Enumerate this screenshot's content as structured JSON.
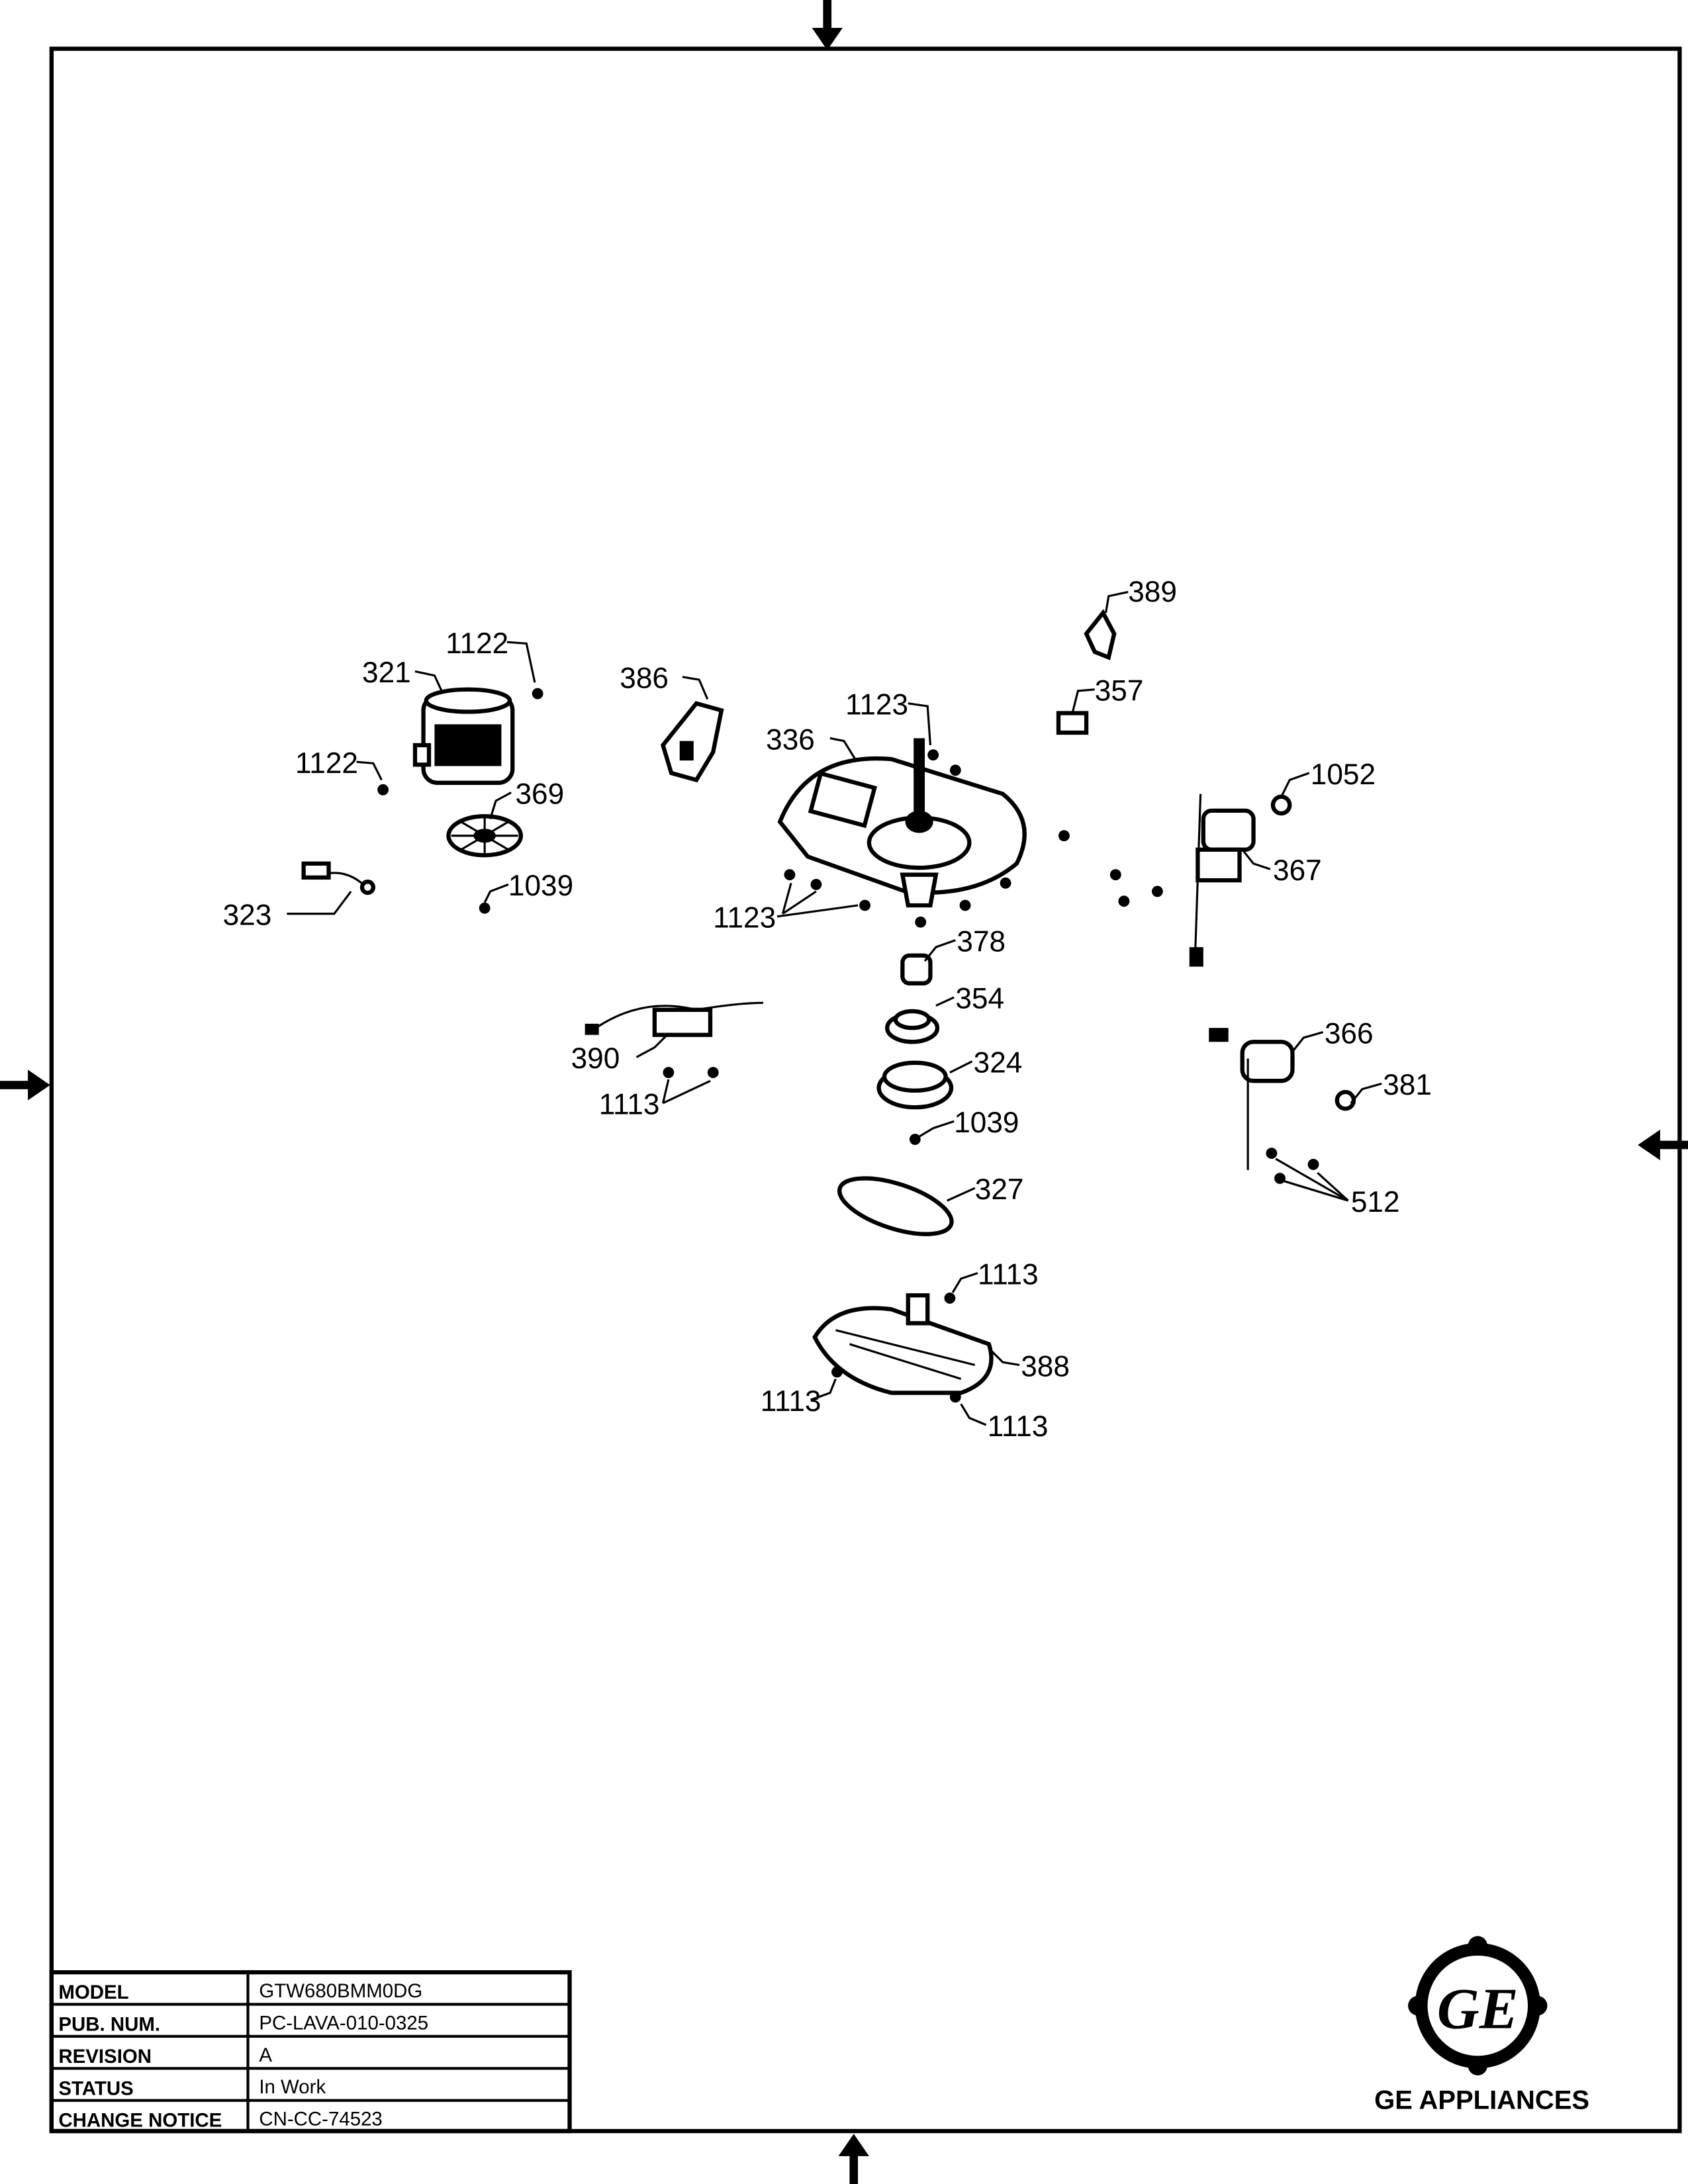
{
  "callouts": [
    "389",
    "1122",
    "321",
    "386",
    "1123",
    "357",
    "336",
    "1122",
    "1052",
    "369",
    "367",
    "323",
    "1039",
    "1123",
    "378",
    "354",
    "366",
    "390",
    "324",
    "381",
    "1113",
    "1039",
    "327",
    "512",
    "1113",
    "388",
    "1113",
    "1113"
  ],
  "title_block": {
    "rows": [
      {
        "label": "MODEL",
        "value": "GTW680BMM0DG"
      },
      {
        "label": "PUB. NUM.",
        "value": "PC-LAVA-010-0325"
      },
      {
        "label": "REVISION",
        "value": "A"
      },
      {
        "label": "STATUS",
        "value": "In Work"
      },
      {
        "label": "CHANGE NOTICE",
        "value": "CN-CC-74523"
      }
    ]
  },
  "brand": {
    "name": "GE APPLIANCES",
    "logo_text": "GE"
  },
  "colors": {
    "ink": "#000000",
    "paper": "#ffffff"
  }
}
